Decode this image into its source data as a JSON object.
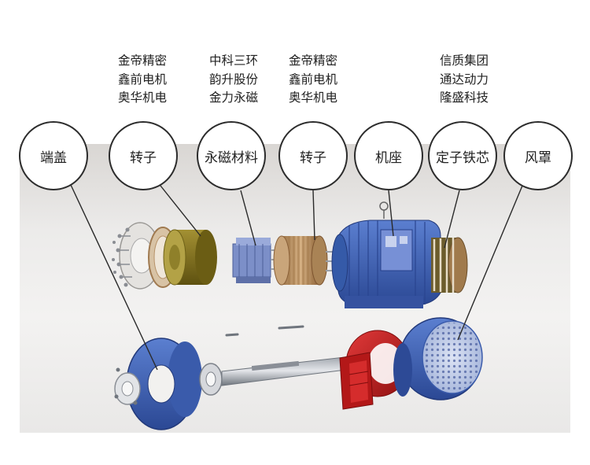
{
  "companies": [
    {
      "id": "rotor-left",
      "lines": [
        "金帝精密",
        "鑫前电机",
        "奥华机电"
      ]
    },
    {
      "id": "magnet",
      "lines": [
        "中科三环",
        "韵升股份",
        "金力永磁"
      ]
    },
    {
      "id": "rotor-right",
      "lines": [
        "金帝精密",
        "鑫前电机",
        "奥华机电"
      ]
    },
    {
      "id": "stator",
      "lines": [
        "信质集团",
        "通达动力",
        "隆盛科技"
      ]
    }
  ],
  "labels": {
    "end_cover": "端盖",
    "rotor_1": "转子",
    "permanent_magnet": "永磁材料",
    "rotor_2": "转子",
    "frame": "机座",
    "stator_core": "定子铁芯",
    "fan_cover": "风罩"
  },
  "colors": {
    "housing_blue": "#3f63b8",
    "fan_red": "#c71f1f",
    "copper": "#b58a55",
    "magnet_olive": "#8c7a1e",
    "steel": "#b8bcc2"
  },
  "icons": [
    "end-cover-part",
    "rotor-disc-part",
    "rotor-core-part",
    "magnet-part",
    "shaft-part",
    "frame-part",
    "stator-part",
    "fan-part",
    "fan-cover-part"
  ]
}
